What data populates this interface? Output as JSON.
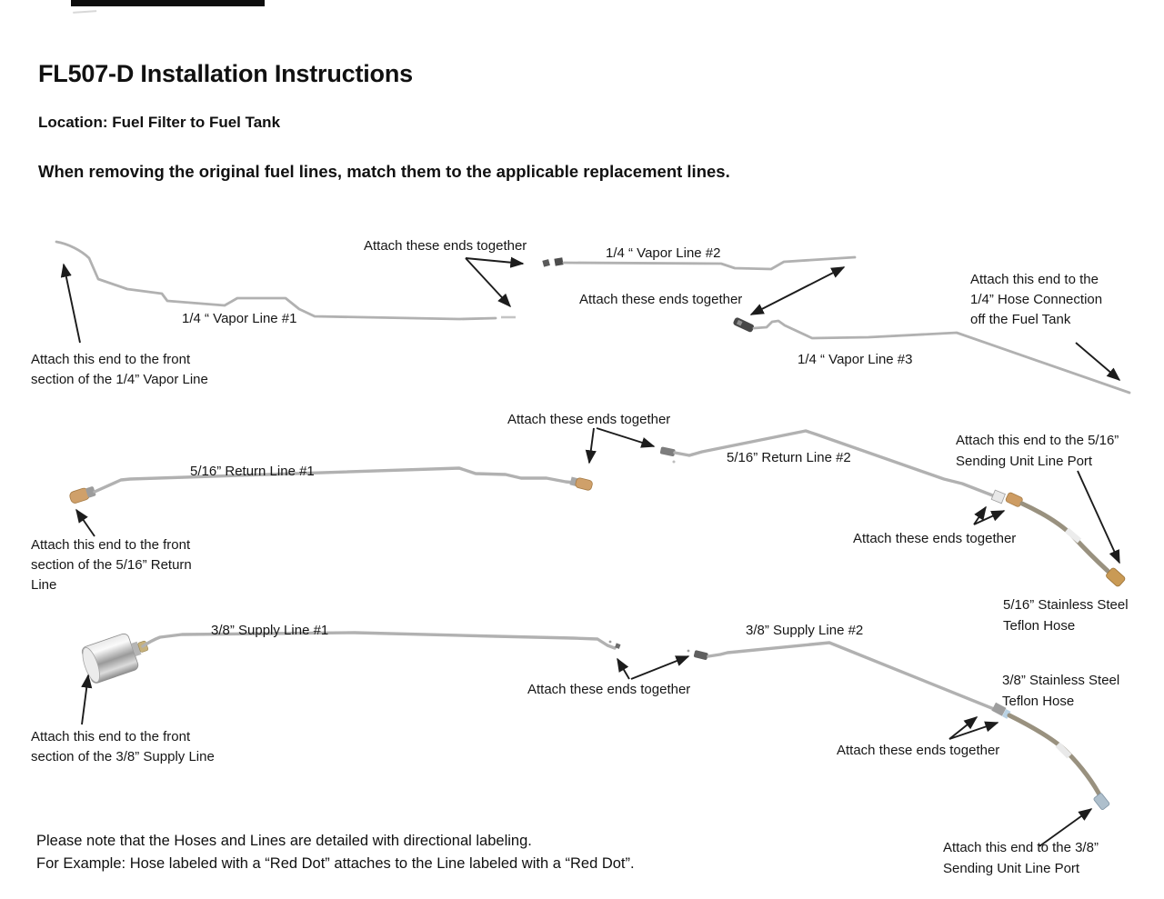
{
  "document": {
    "title": "FL507-D Installation Instructions",
    "location_line": "Location: Fuel Filter to Fuel Tank",
    "instruction_line": "When removing the original fuel lines, match them to the applicable replacement lines.",
    "footer_note_line1": "Please note that the Hoses and Lines are detailed with directional labeling.",
    "footer_note_line2": "For Example: Hose labeled with a “Red Dot” attaches to the Line labeled with a “Red Dot”."
  },
  "vapor_section": {
    "line1_label": "1/4 “ Vapor Line #1",
    "line2_label": "1/4 “ Vapor Line #2",
    "line3_label": "1/4 “ Vapor Line #3",
    "attach_ends_label_1": "Attach these ends together",
    "attach_ends_label_2": "Attach these ends together",
    "attach_front_label": "Attach this end  to the front\nsection of the 1/4” Vapor Line",
    "attach_tank_label": "Attach this end to the\n1/4” Hose Connection\noff the Fuel Tank"
  },
  "return_section": {
    "line1_label": "5/16” Return Line #1",
    "line2_label": "5/16” Return Line #2",
    "attach_ends_label_1": "Attach these ends together",
    "attach_ends_label_2": "Attach these ends together",
    "attach_sending_label": "Attach this end to the 5/16”\nSending Unit Line Port",
    "attach_front_label": "Attach this end to the front\nsection of the 5/16” Return\nLine",
    "hose_label": "5/16” Stainless Steel\nTeflon Hose"
  },
  "supply_section": {
    "line1_label": "3/8” Supply Line #1",
    "line2_label": "3/8” Supply Line #2",
    "attach_ends_label_1": "Attach these ends together",
    "attach_ends_label_2": "Attach these ends together",
    "attach_front_label": "Attach this end to the front\nsection of the 3/8” Supply Line",
    "attach_sending_label": "Attach this end to the 3/8”\nSending Unit Line Port",
    "hose_label": "3/8” Stainless Steel\nTeflon Hose"
  },
  "colors": {
    "tube_gray": "#b1b1b1",
    "brass_fitting": "#cd9c63",
    "steel_hose": "#99917f",
    "arrow_black": "#1c1c1c",
    "top_bar_black": "#0d0d0d",
    "blue_band": "#b9d2e4"
  }
}
